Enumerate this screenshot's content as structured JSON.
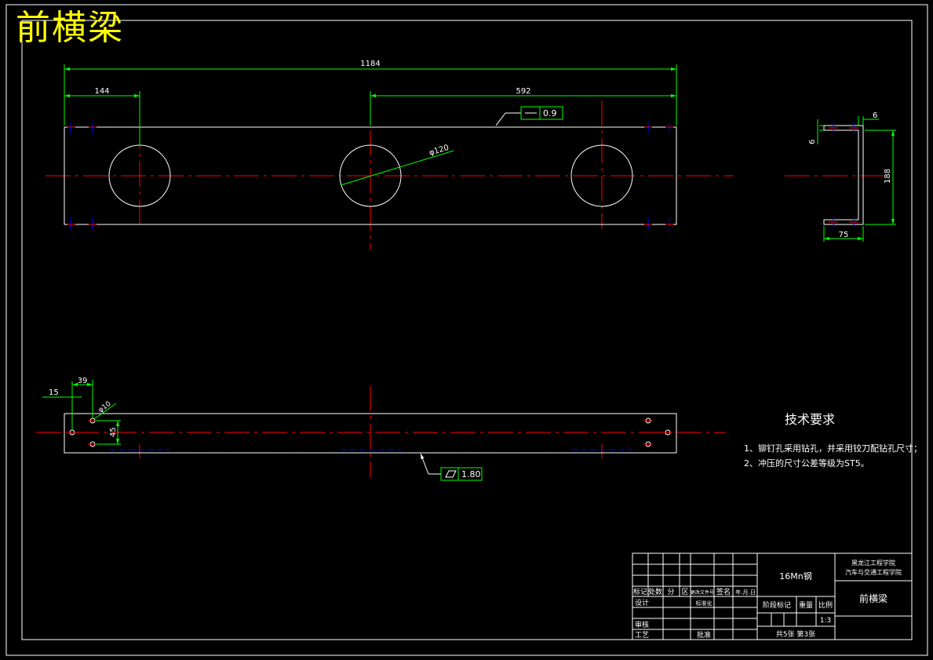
{
  "drawing": {
    "title": "前横梁",
    "colors": {
      "outline": "#ffffff",
      "centerline": "#ff0000",
      "dimension": "#00ff00",
      "hidden": "#0000ff",
      "title": "#ffff00"
    },
    "front_view": {
      "dim_total": "1184",
      "dim_left": "144",
      "dim_half": "592",
      "dim_hole": "φ120",
      "flatness": "0.9"
    },
    "side_view": {
      "dim_thickness": "6",
      "dim_thickness_left": "6",
      "dim_height": "188",
      "dim_flange": "75"
    },
    "top_view": {
      "dim_edge": "15",
      "dim_pitch": "39",
      "dim_rivet": "φ10",
      "dim_spacing": "45",
      "parallelism": "1.80"
    },
    "tech_requirements": {
      "title": "技术要求",
      "items": [
        "1、铆钉孔采用钻孔，并采用铰刀配钻孔尺寸；",
        "2、冲压的尺寸公差等级为ST5。"
      ]
    },
    "title_block": {
      "school": "黑龙江工程学院",
      "college": "汽车与交通工程学院",
      "material": "16Mn钢",
      "part_name": "前横梁",
      "header_labels": [
        "标记",
        "处数",
        "分",
        "区",
        "更改文件号",
        "签名",
        "年.月.日"
      ],
      "design": "设计",
      "standard": "标准化",
      "review": "审核",
      "process": "工艺",
      "approve": "批准",
      "stage_labels": [
        "阶段标记",
        "重量",
        "比例"
      ],
      "scale": "1:3",
      "sheets": "共5张  第3张"
    }
  }
}
